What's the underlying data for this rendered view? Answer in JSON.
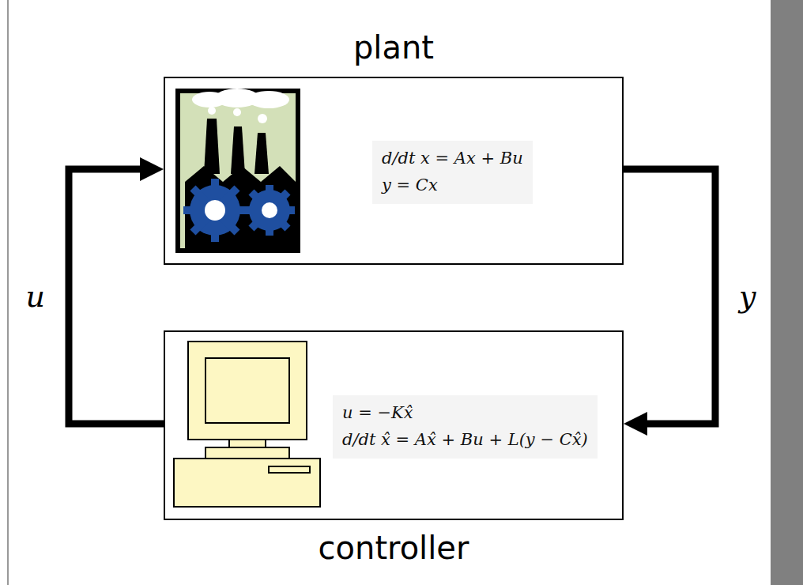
{
  "diagram": {
    "nodes": [
      {
        "text": [
          "plant",
          "d/dt x = Ax + Bu",
          "y = Cx"
        ]
      },
      {
        "text": [
          "controller",
          "u = −Kx̂",
          "d/dt x̂ = Ax̂ + Bu + L(y − Cx̂)"
        ]
      }
    ],
    "edges": [
      {
        "from": 0,
        "to": 1,
        "arrow": "to",
        "label": "y"
      },
      {
        "from": 1,
        "to": 0,
        "arrow": "to",
        "label": "u"
      }
    ]
  }
}
